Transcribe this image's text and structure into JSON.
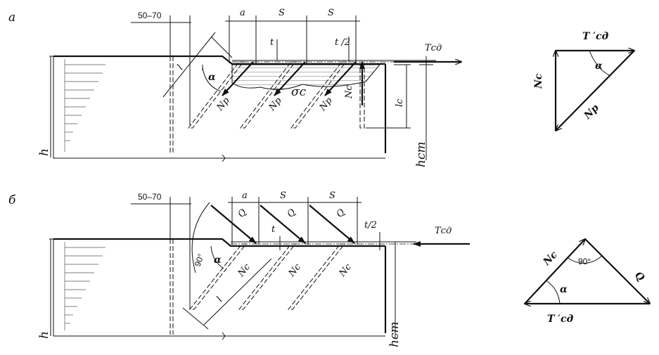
{
  "panel_a": {
    "tag": "а",
    "dim_50_70": "50–70",
    "dim_a": "a",
    "dim_S1": "S",
    "dim_S2": "S",
    "dim_t": "t",
    "dim_t2": "t /2",
    "force_T": "Тсд",
    "len_l": "l",
    "angle": "α",
    "force_Np": "Np",
    "stress": "σс",
    "force_Nc": "Nс",
    "len_lc": "lс",
    "height_h": "h",
    "height_hst": "hст"
  },
  "panel_b": {
    "tag": "б",
    "dim_50_70": "50–70",
    "dim_a": "a",
    "dim_S1": "S",
    "dim_S2": "S",
    "dim_t": "t",
    "dim_t2": "t/2",
    "force_T": "Тсд",
    "force_Q": "Q",
    "angle_90": "90°",
    "angle": "α",
    "force_Nc": "Nс",
    "len_l": "l",
    "height_h": "h",
    "height_hst": "hст"
  },
  "triangle_a": {
    "T": "Т ′сд",
    "alpha": "α",
    "Nc": "Nс",
    "Np": "Np"
  },
  "triangle_b": {
    "Nc": "Nс",
    "angle_90": "90°",
    "alpha": "α",
    "Q": "Q",
    "T": "Т ′сд"
  }
}
